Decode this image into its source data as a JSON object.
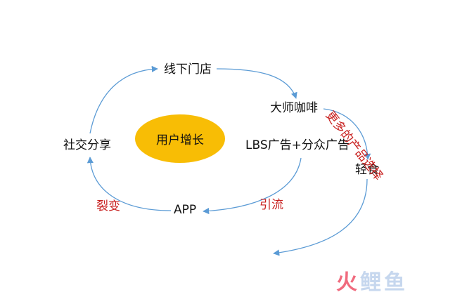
{
  "nodes": {
    "store": "线下门店",
    "coffee": "大师咖啡",
    "social": "社交分享",
    "lbs": "LBS广告+分众广告",
    "light_food": "轻食",
    "app": "APP",
    "center": "用户增长"
  },
  "annotations": {
    "more_choices": "更多的产品选择",
    "fission": "裂变",
    "guide": "引流"
  },
  "logo": {
    "fire": "火",
    "carp": "鲤",
    "fish": "鱼"
  },
  "colors": {
    "arrow": "#5b9bd5",
    "center_fill": "#f8bd05",
    "annotation": "#c8201f",
    "logo_fire": "#f06b7e",
    "logo_fish": "#c6d7ee"
  }
}
